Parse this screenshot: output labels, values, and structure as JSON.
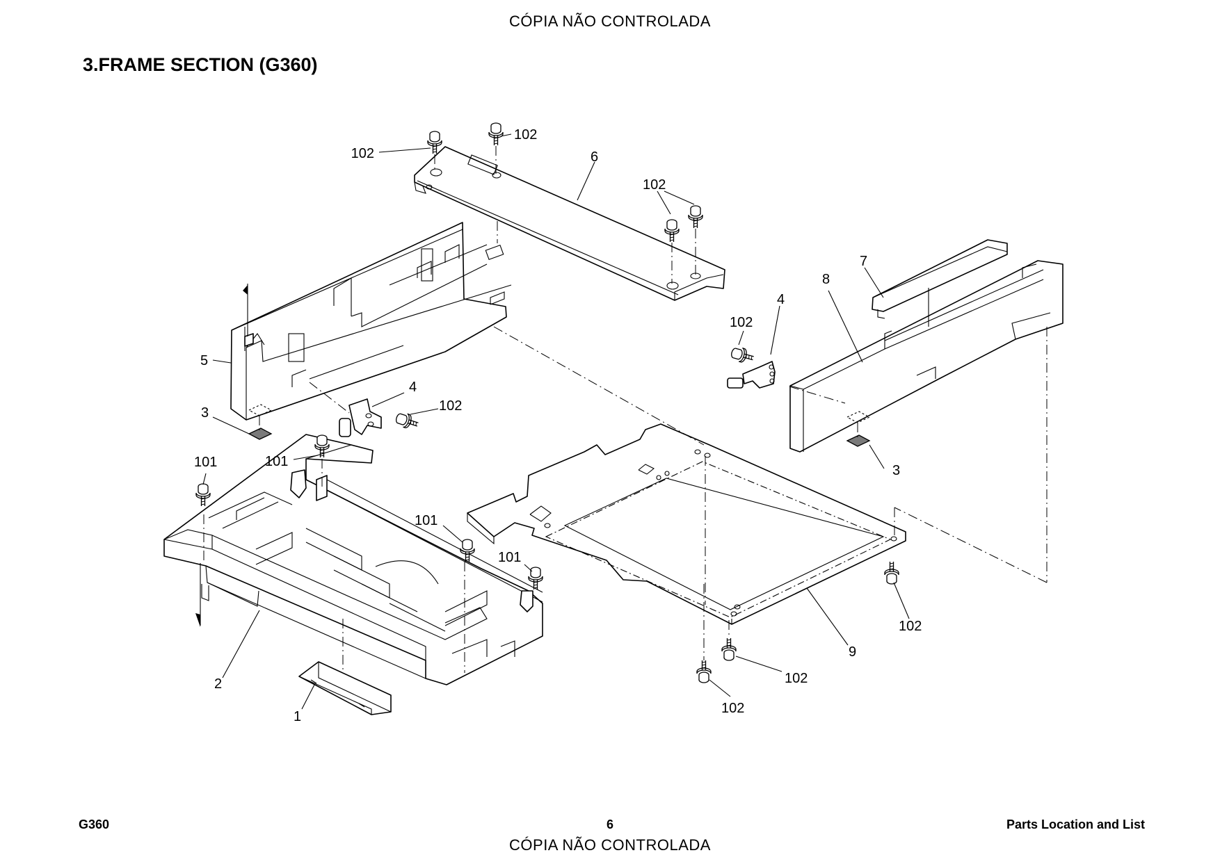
{
  "watermark": "CÓPIA NÃO CONTROLADA",
  "section_title": "3.FRAME SECTION (G360)",
  "footer": {
    "model": "G360",
    "page_number": "6",
    "section_name": "Parts Location and List"
  },
  "callouts": {
    "c102_top_left": "102",
    "c102_top_mid": "102",
    "c6": "6",
    "c102_top_right": "102",
    "c7": "7",
    "c8": "8",
    "c4_right": "4",
    "c102_right_bracket": "102",
    "c5": "5",
    "c4_left": "4",
    "c102_left_bracket": "102",
    "c3_left": "3",
    "c3_right": "3",
    "c101_far_left": "101",
    "c101_left": "101",
    "c101_mid": "101",
    "c101_right": "101",
    "c102_base_right": "102",
    "c9": "9",
    "c102_base_bottom_right": "102",
    "c102_base_bottom": "102",
    "c2": "2",
    "c1": "1"
  }
}
